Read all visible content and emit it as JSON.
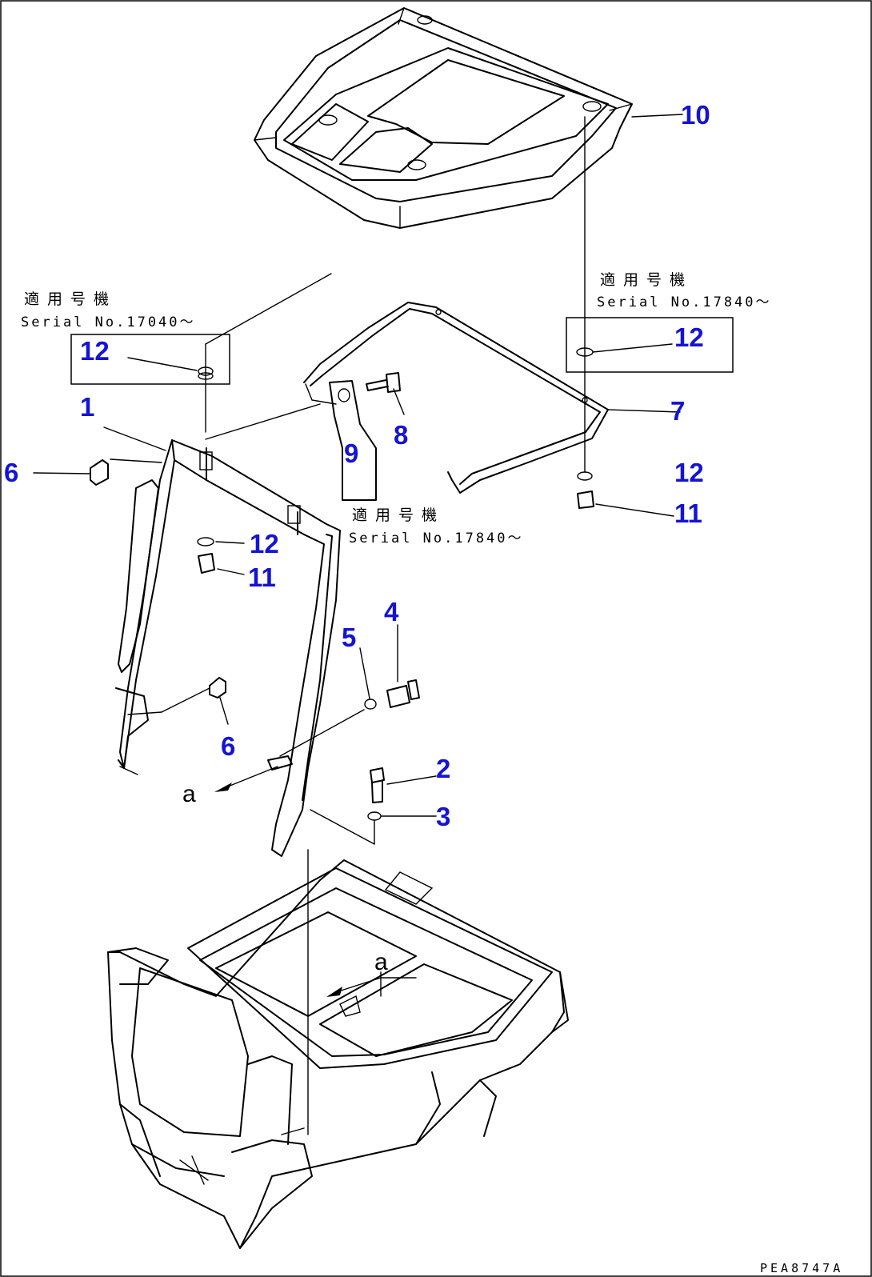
{
  "diagram": {
    "callouts": [
      "1",
      "2",
      "3",
      "4",
      "5",
      "6",
      "6",
      "7",
      "8",
      "9",
      "10",
      "11",
      "11",
      "12",
      "12",
      "12",
      "12"
    ],
    "serial_notes": [
      {
        "jp": "適用号機",
        "serial": "Serial No.17040～"
      },
      {
        "jp": "適用号機",
        "serial": "Serial No.17840～"
      },
      {
        "jp": "適用号機",
        "serial": "Serial No.17840～"
      }
    ],
    "view_labels": [
      "a",
      "a"
    ],
    "drawing_code": "PEA8747A",
    "colors": {
      "callout": "#1414d2",
      "line": "#000000",
      "background": "#ffffff"
    }
  }
}
